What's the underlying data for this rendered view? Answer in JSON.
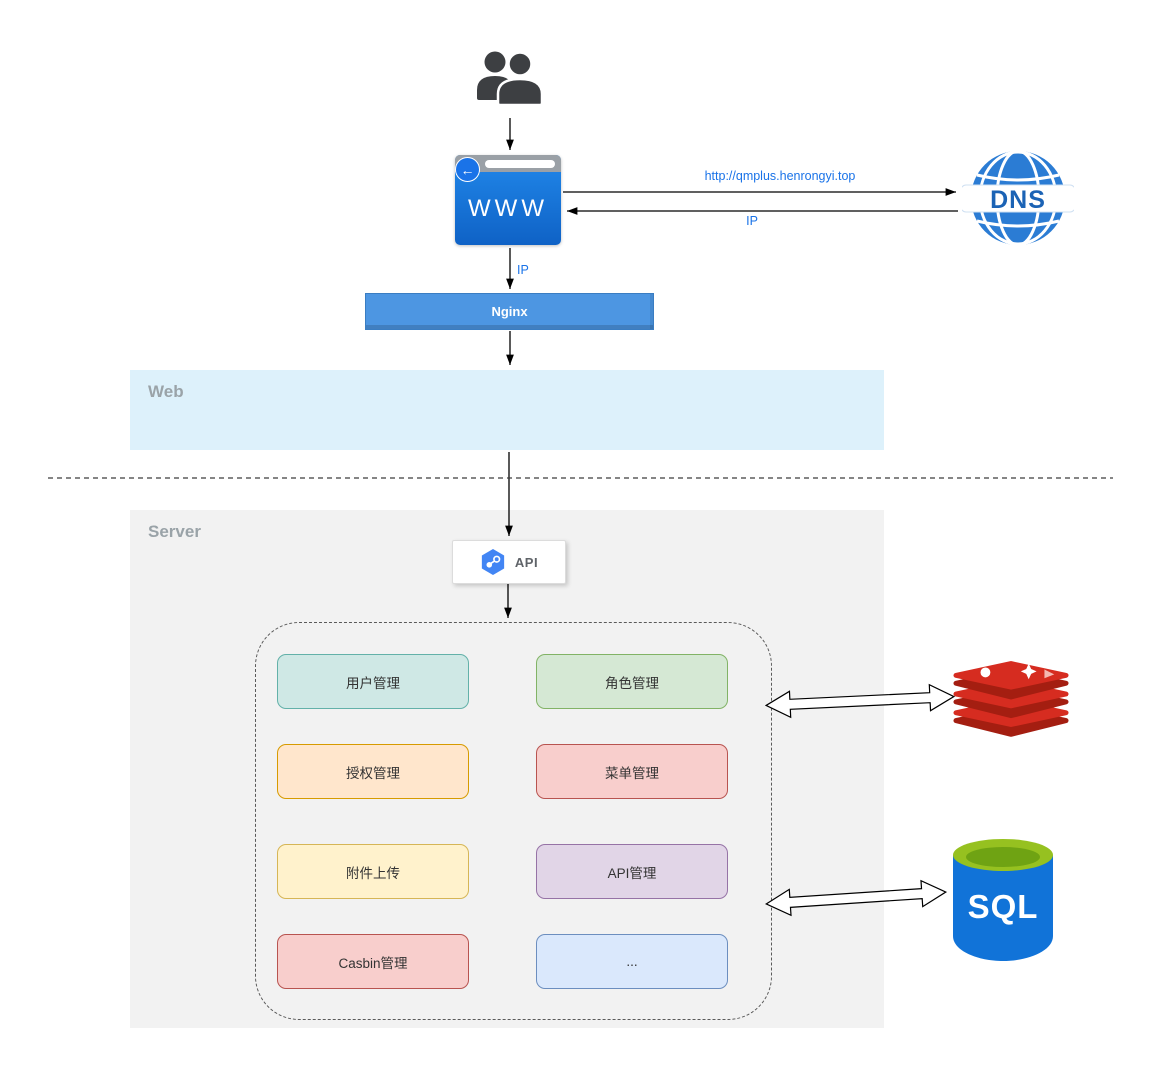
{
  "browser": {
    "label": "WWW"
  },
  "dns": {
    "label": "DNS"
  },
  "edges": {
    "request_url": "http://qmplus.henrongyi.top",
    "dns_ip": "IP",
    "browser_ip": "IP"
  },
  "nginx": {
    "label": "Nginx"
  },
  "zones": {
    "web": "Web",
    "server": "Server"
  },
  "api": {
    "label": "API"
  },
  "modules": [
    {
      "label": "用户管理",
      "bg": "#cfe8e5",
      "border": "#63b1a9"
    },
    {
      "label": "角色管理",
      "bg": "#d5e8d4",
      "border": "#82b366"
    },
    {
      "label": "授权管理",
      "bg": "#ffe6cc",
      "border": "#d79b00"
    },
    {
      "label": "菜单管理",
      "bg": "#f8cecc",
      "border": "#b85450"
    },
    {
      "label": "附件上传",
      "bg": "#fff2cc",
      "border": "#d6b656"
    },
    {
      "label": "API管理",
      "bg": "#e1d5e7",
      "border": "#9673a6"
    },
    {
      "label": "Casbin管理",
      "bg": "#f8cecc",
      "border": "#b85450"
    },
    {
      "label": "...",
      "bg": "#dae8fc",
      "border": "#6c8ebf"
    }
  ],
  "sql": {
    "label": "SQL"
  },
  "icons": {
    "users": "two-people-silhouette",
    "browser_back": "←",
    "dns_globe": "globe-with-grid",
    "api_hexagon": "hexagon-with-nodes",
    "redis": "stacked-red-disks",
    "sql_database": "blue-cylinder-green-top"
  },
  "colors": {
    "browser_blue": "#1a73e8",
    "nginx_bar": "#4d96e2",
    "web_zone_bg": "#ddf1fb",
    "server_zone_bg": "#f2f2f2",
    "edge_label": "#1a73e8",
    "dns_blue": "#2b7cd4",
    "redis_red": "#d62c20",
    "sql_blue": "#1173d8",
    "sql_top_green": "#96c120"
  }
}
